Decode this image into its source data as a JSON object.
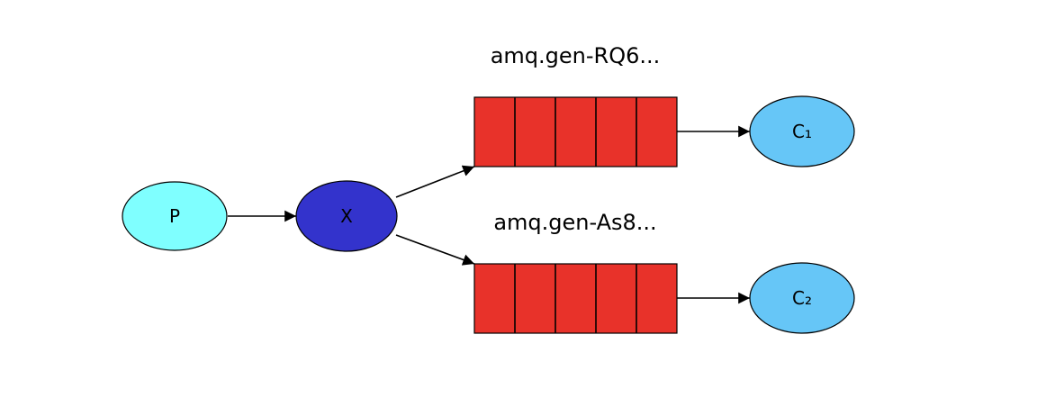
{
  "diagram": {
    "nodes": {
      "producer": {
        "label": "P",
        "color": "#7fffff"
      },
      "exchange": {
        "label": "X",
        "color": "#3333cc"
      },
      "consumer1": {
        "label": "C₁",
        "color": "#66c6f7"
      },
      "consumer2": {
        "label": "C₂",
        "color": "#66c6f7"
      }
    },
    "queues": {
      "queue1": {
        "label": "amq.gen-RQ6...",
        "color": "#e8322a"
      },
      "queue2": {
        "label": "amq.gen-As8...",
        "color": "#e8322a"
      }
    }
  }
}
